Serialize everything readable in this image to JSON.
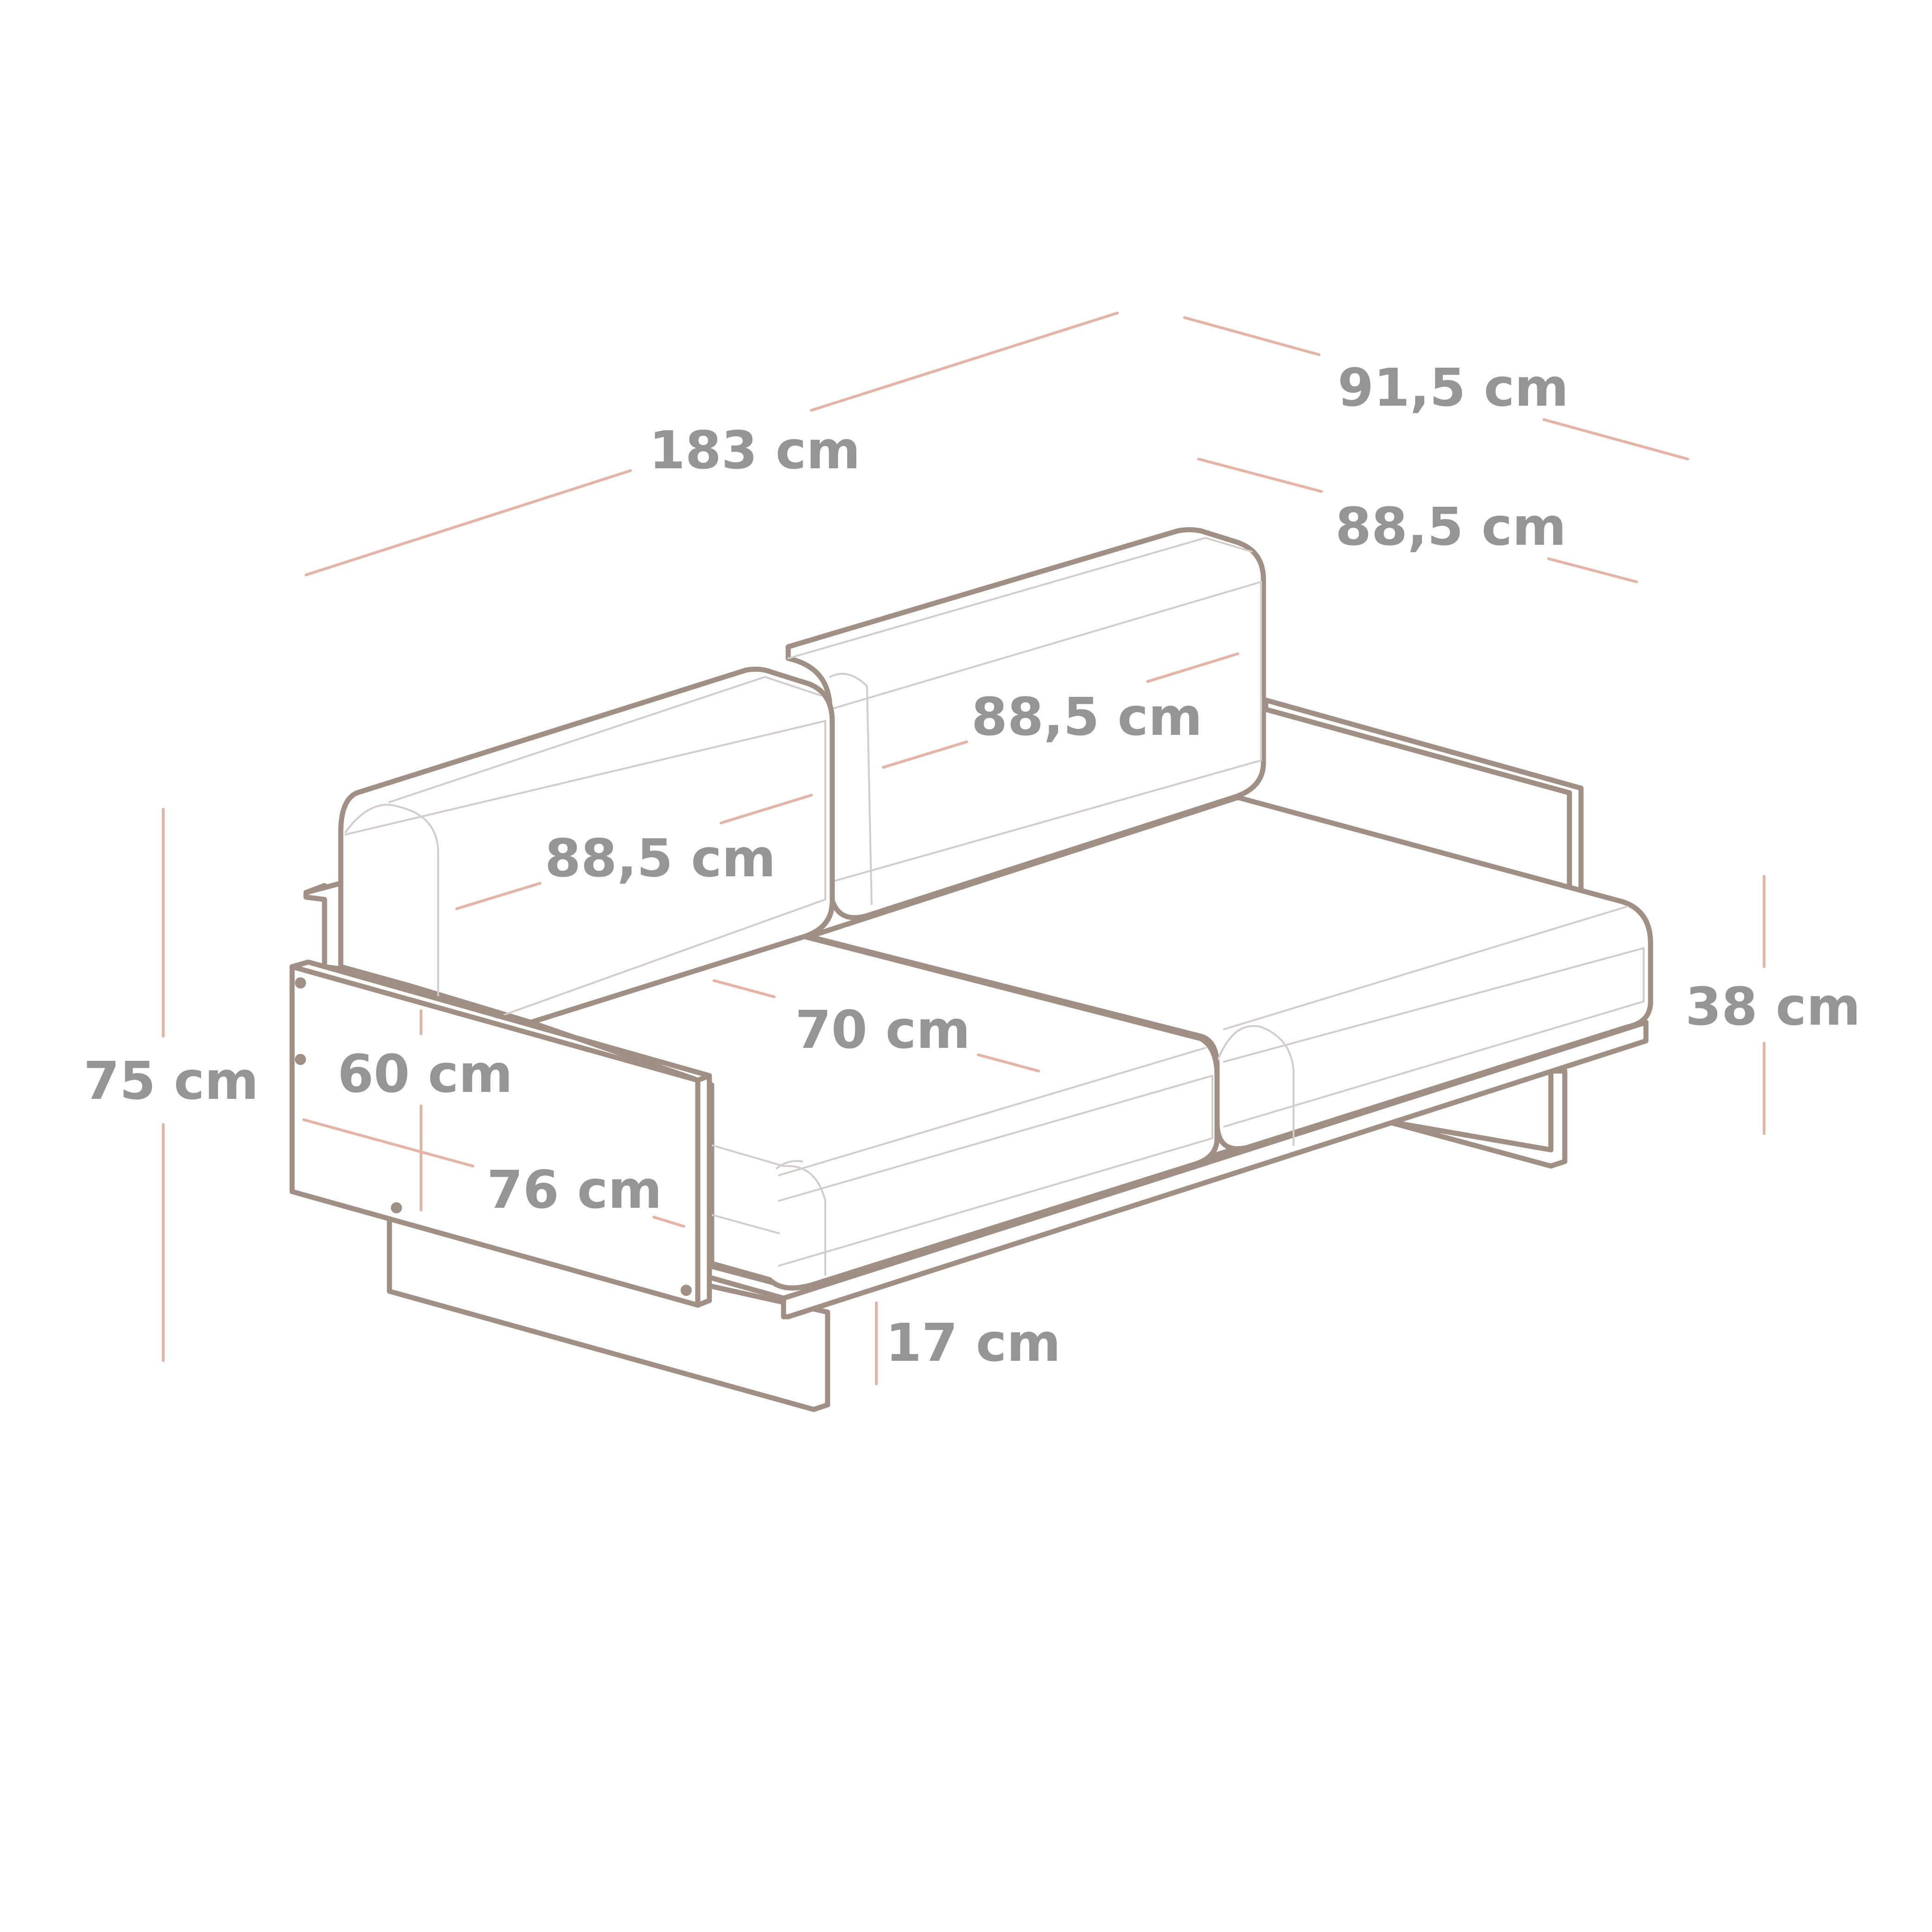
{
  "diagram": {
    "type": "sofa-dimension-drawing",
    "colors": {
      "frame": "#a08f84",
      "cushion_detail": "#d2cdca",
      "dimension_line": "#e4b4a6",
      "dimension_text": "#959595",
      "background": "#ffffff"
    },
    "dimensions": {
      "total_width": "183 cm",
      "total_depth": "91,5 cm",
      "back_cushion_width": "88,5 cm",
      "back_cushion_left_label": "88,5 cm",
      "back_cushion_right_label": "88,5 cm",
      "seat_depth": "70 cm",
      "armrest_height": "60 cm",
      "armrest_depth": "76 cm",
      "total_height": "75 cm",
      "seat_height": "38 cm",
      "leg_height": "17 cm"
    }
  }
}
